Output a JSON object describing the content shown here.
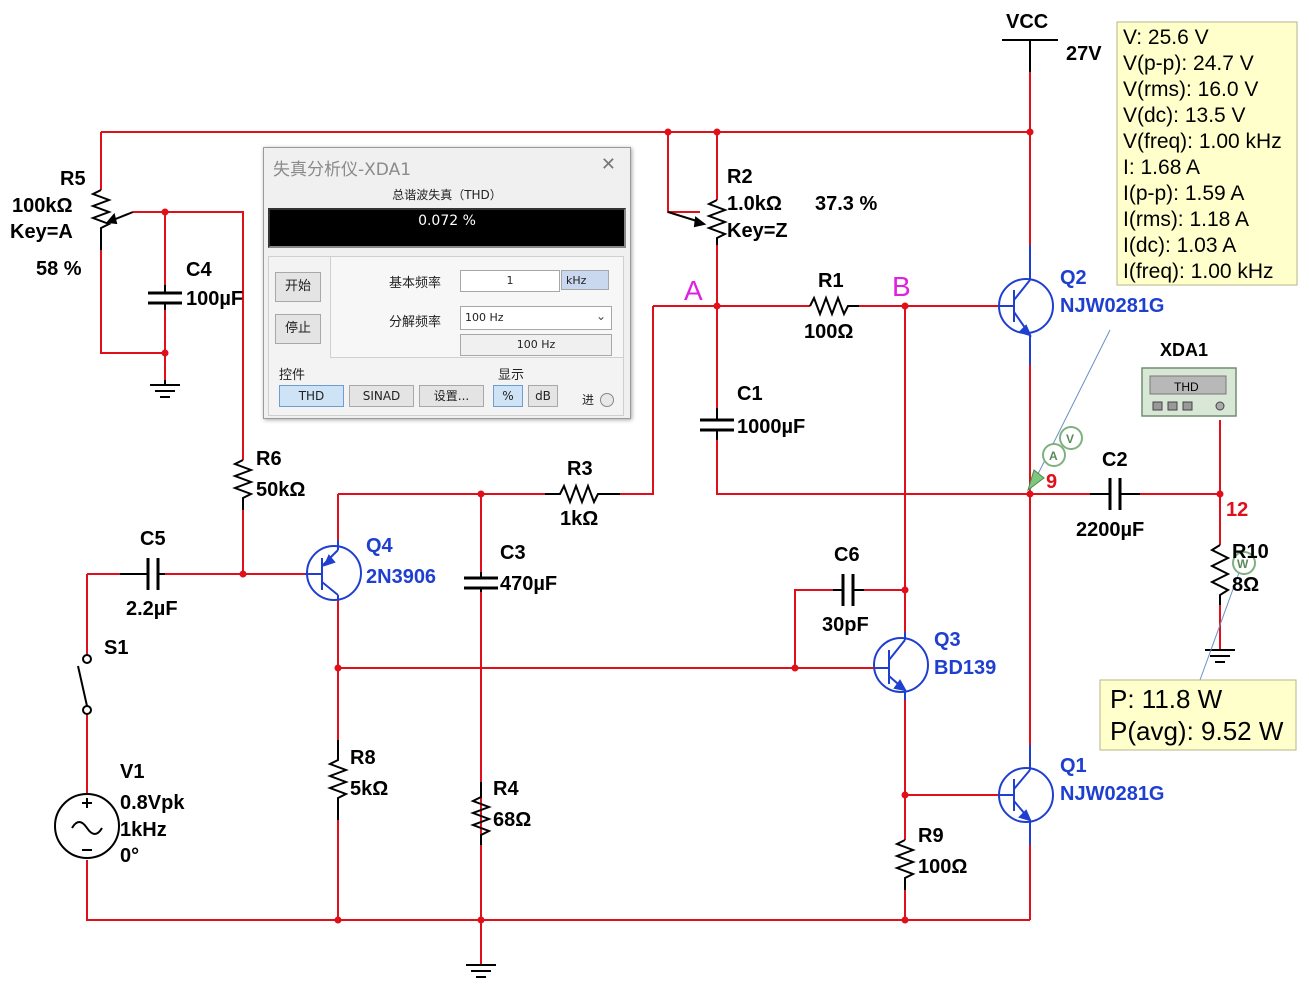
{
  "supply": {
    "name": "VCC",
    "voltage": "27V"
  },
  "nodes": {
    "a": "A",
    "b": "B",
    "n9": "9",
    "n12": "12"
  },
  "components": {
    "r5": {
      "name": "R5",
      "value": "100kΩ",
      "key": "Key=A",
      "percent": "58 %"
    },
    "r2": {
      "name": "R2",
      "value": "1.0kΩ",
      "key": "Key=Z",
      "percent": "37.3 %"
    },
    "c4": {
      "name": "C4",
      "value": "100µF"
    },
    "c1": {
      "name": "C1",
      "value": "1000µF"
    },
    "r1": {
      "name": "R1",
      "value": "100Ω"
    },
    "q2": {
      "name": "Q2",
      "value": "NJW0281G"
    },
    "q1": {
      "name": "Q1",
      "value": "NJW0281G"
    },
    "q3": {
      "name": "Q3",
      "value": "BD139"
    },
    "q4": {
      "name": "Q4",
      "value": "2N3906"
    },
    "r6": {
      "name": "R6",
      "value": "50kΩ"
    },
    "r3": {
      "name": "R3",
      "value": "1kΩ"
    },
    "c3": {
      "name": "C3",
      "value": "470µF"
    },
    "c5": {
      "name": "C5",
      "value": "2.2µF"
    },
    "c6": {
      "name": "C6",
      "value": "30pF"
    },
    "c2": {
      "name": "C2",
      "value": "2200µF"
    },
    "r10": {
      "name": "R10",
      "value": "8Ω"
    },
    "r8": {
      "name": "R8",
      "value": "5kΩ"
    },
    "r4": {
      "name": "R4",
      "value": "68Ω"
    },
    "r9": {
      "name": "R9",
      "value": "100Ω"
    },
    "s1": {
      "name": "S1"
    },
    "v1": {
      "name": "V1",
      "amp": "0.8Vpk",
      "freq": "1kHz",
      "phase": "0°"
    }
  },
  "instrument": {
    "name": "XDA1",
    "face_label": "THD"
  },
  "probe_readout": [
    "V: 25.6 V",
    "V(p-p): 24.7 V",
    "V(rms): 16.0 V",
    "V(dc): 13.5 V",
    "V(freq): 1.00 kHz",
    "I: 1.68 A",
    "I(p-p): 1.59 A",
    "I(rms): 1.18 A",
    "I(dc): 1.03 A",
    "I(freq): 1.00 kHz"
  ],
  "power_readout": [
    "P: 11.8 W",
    "P(avg): 9.52 W"
  ],
  "probe_icons": {
    "current": "A",
    "voltage": "V",
    "power": "W"
  },
  "analyzer_window": {
    "title": "失真分析仪-XDA1",
    "thd_heading": "总谐波失真（THD）",
    "thd_value": "0.072 %",
    "start_label": "开始",
    "stop_label": "停止",
    "fundamental_label": "基本频率",
    "fundamental_value": "1",
    "fundamental_unit": "kHz",
    "resolution_label": "分解频率",
    "resolution_value": "100 Hz",
    "resolution_echo": "100 Hz",
    "controls_label": "控件",
    "display_label": "显示",
    "thd_btn": "THD",
    "sinad_btn": "SINAD",
    "settings_btn": "设置...",
    "percent_btn": "%",
    "db_btn": "dB",
    "in_label": "进"
  }
}
